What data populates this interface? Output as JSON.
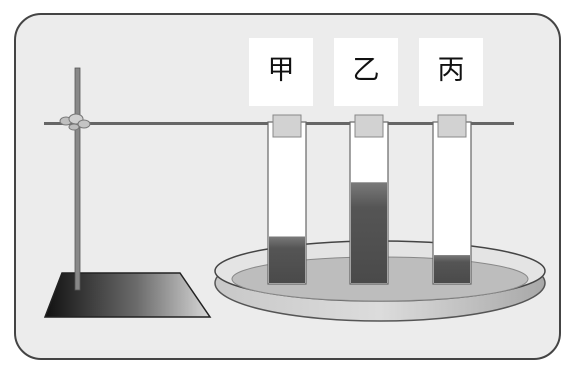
{
  "tube_labels": {
    "a": "甲",
    "b": "乙",
    "c": "丙"
  },
  "liquid_levels": {
    "a": 0.3,
    "b": 0.65,
    "c": 0.18
  },
  "colors": {
    "background": "#ececec",
    "frame": "#444444",
    "liquid": "#555555",
    "tube": "#ffffff"
  }
}
